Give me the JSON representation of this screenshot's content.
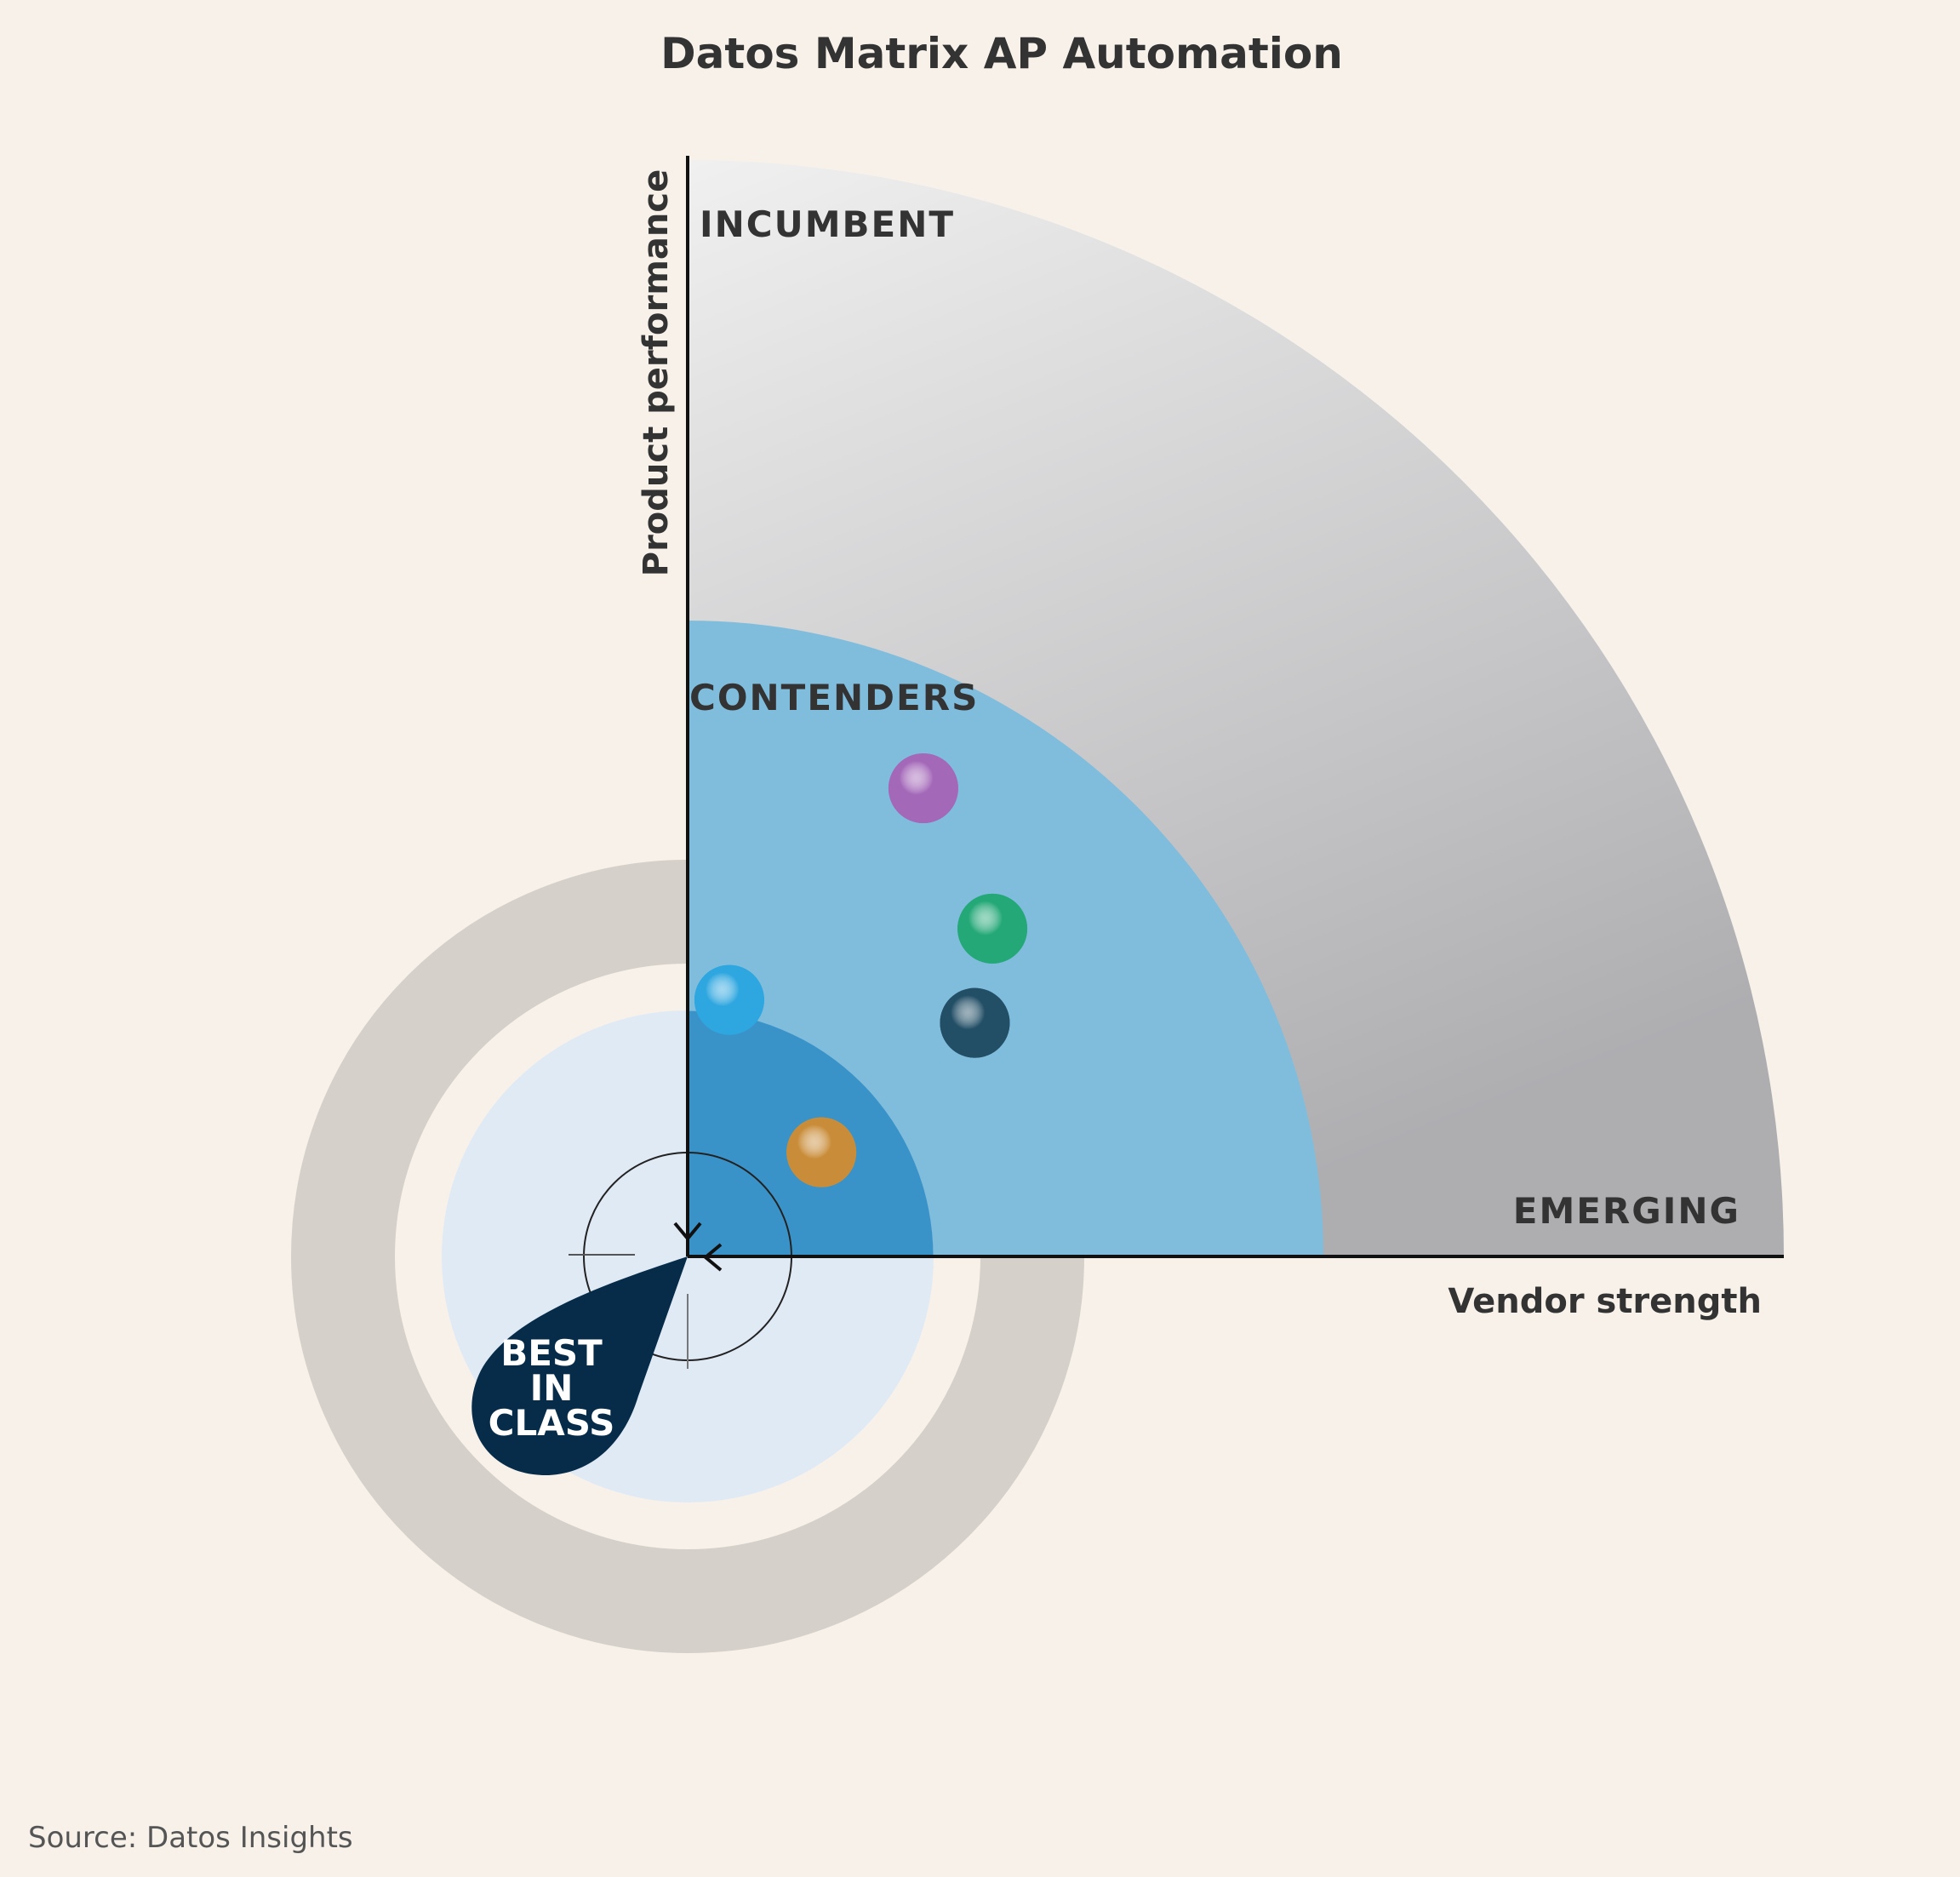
{
  "chart_data": {
    "type": "scatter",
    "title": "Datos Matrix AP Automation",
    "xlabel": "Vendor strength",
    "ylabel": "Product performance",
    "xlim": [
      0,
      100
    ],
    "ylim": [
      0,
      100
    ],
    "grid": false,
    "regions": [
      {
        "name": "INCUMBENT",
        "radius": 100,
        "color": "#d2d3d5"
      },
      {
        "name": "CONTENDERS",
        "radius": 58,
        "color": "#80bddd"
      },
      {
        "name": "EMERGING",
        "radius": 100,
        "color": "#b4b5b8"
      },
      {
        "name": "BEST IN CLASS",
        "radius": 22.4,
        "color": "#3a93c8",
        "lines": [
          "BEST",
          "IN",
          "CLASS"
        ]
      }
    ],
    "points": [
      {
        "x": 21.5,
        "y": 42.7,
        "color": "#a368b8"
      },
      {
        "x": 27.8,
        "y": 29.9,
        "color": "#25a878"
      },
      {
        "x": 26.2,
        "y": 21.3,
        "color": "#234f66"
      },
      {
        "x": 3.8,
        "y": 23.4,
        "color": "#2ea6df"
      },
      {
        "x": 12.2,
        "y": 9.5,
        "color": "#c98d3a"
      }
    ],
    "source": "Source: Datos Insights"
  }
}
